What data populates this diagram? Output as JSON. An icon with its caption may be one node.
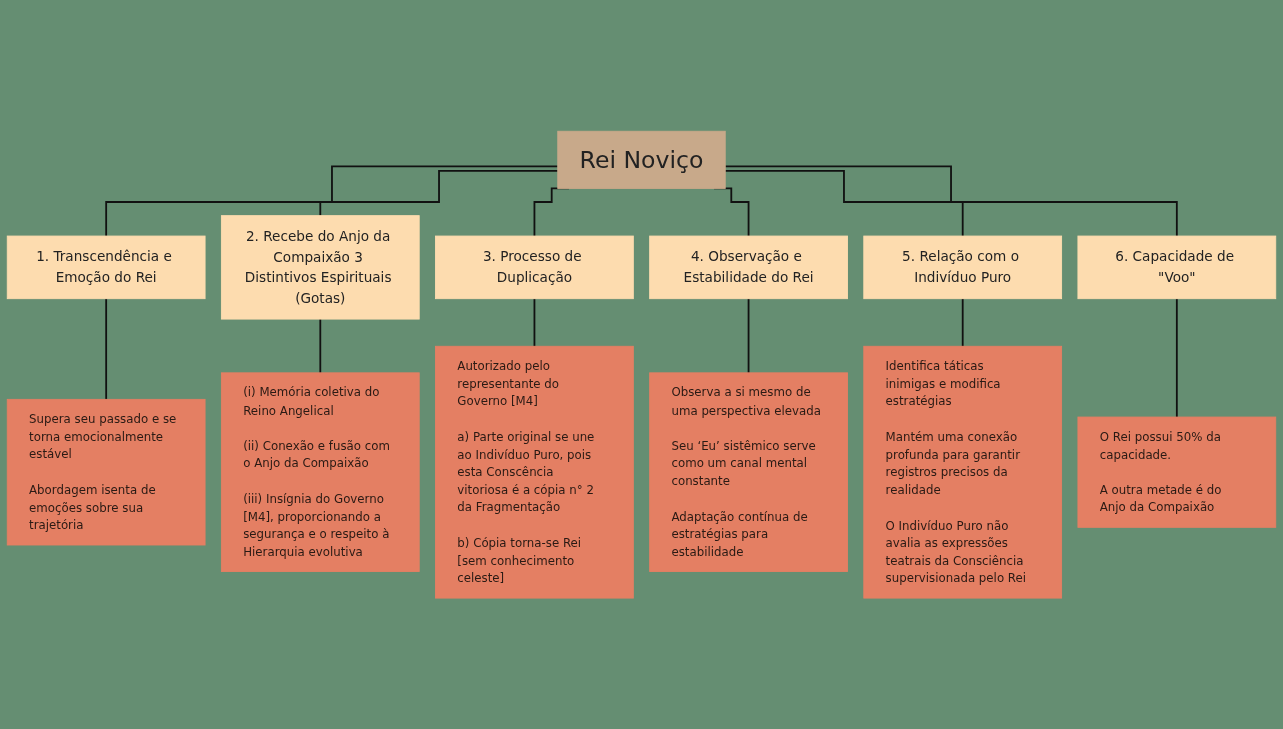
{
  "diagram": {
    "nodes": [
      {
        "text": [
          "Rei Noviço"
        ]
      },
      {
        "text": [
          "1. Transcendência e Emoção do Rei"
        ]
      },
      {
        "text": [
          "2. Recebe do Anjo da Compaixão 3 Distintivos Espirituais (Gotas)"
        ]
      },
      {
        "text": [
          "3. Processo de Duplicação"
        ]
      },
      {
        "text": [
          "4. Observação e Estabilidade do Rei"
        ]
      },
      {
        "text": [
          "5. Relação com o Indivíduo Puro"
        ]
      },
      {
        "text": [
          "6. Capacidade de \"Voo\""
        ]
      },
      {
        "text": [
          "Supera seu passado e se torna emocionalmente estável",
          "Abordagem isenta de emoções sobre sua trajetória"
        ]
      },
      {
        "text": [
          "(i) Memória coletiva do Reino Angelical",
          "(ii) Conexão e fusão com o Anjo da Compaixão",
          "(iii) Insígnia do Governo [M4], proporcionando a segurança e o respeito à Hierarquia evolutiva"
        ]
      },
      {
        "text": [
          "Autorizado pelo representante do Governo [M4]",
          "a) Parte original se une ao Indivíduo Puro, pois esta Conscência vitoriosa é a cópia n° 2 da Fragmentação",
          "b) Cópia torna-se Rei [sem conhecimento celeste]"
        ]
      },
      {
        "text": [
          "Observa a si mesmo de uma perspectiva elevada",
          "Seu ‘Eu’ sistêmico serve como um canal mental constante",
          "Adaptação contínua de estratégias para estabilidade"
        ]
      },
      {
        "text": [
          "Identifica táticas inimigas e modifica estratégias",
          "Mantém uma conexão profunda para garantir registros precisos da realidade",
          "O Indivíduo Puro não avalia as expressões teatrais da Consciência supervisionada pelo Rei"
        ]
      },
      {
        "text": [
          "O Rei possui 50% da capacidade.",
          "A outra metade é do Anjo da Compaixão"
        ]
      }
    ],
    "edges": [
      {
        "from": 0,
        "to": 1,
        "arrow": "none"
      },
      {
        "from": 0,
        "to": 2,
        "arrow": "none"
      },
      {
        "from": 0,
        "to": 3,
        "arrow": "none"
      },
      {
        "from": 0,
        "to": 4,
        "arrow": "none"
      },
      {
        "from": 0,
        "to": 5,
        "arrow": "none"
      },
      {
        "from": 0,
        "to": 6,
        "arrow": "none"
      },
      {
        "from": 1,
        "to": 7,
        "arrow": "none"
      },
      {
        "from": 2,
        "to": 8,
        "arrow": "none"
      },
      {
        "from": 3,
        "to": 9,
        "arrow": "none"
      },
      {
        "from": 4,
        "to": 10,
        "arrow": "none"
      },
      {
        "from": 5,
        "to": 11,
        "arrow": "none"
      },
      {
        "from": 6,
        "to": 12,
        "arrow": "none"
      }
    ]
  }
}
